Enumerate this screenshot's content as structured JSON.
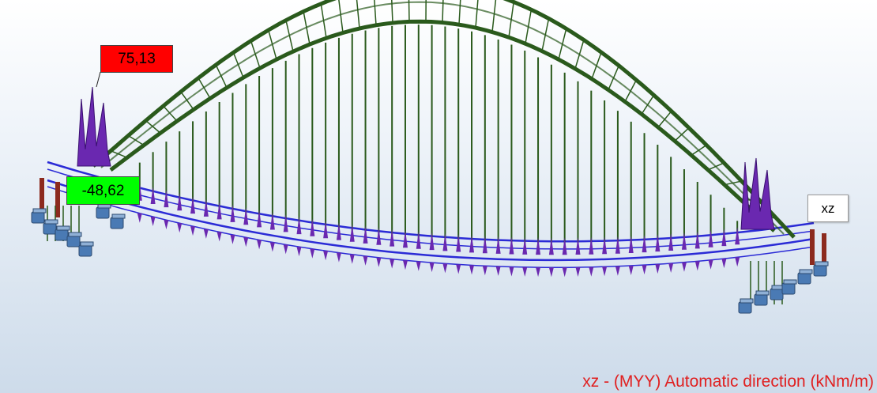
{
  "labels": {
    "max_value": "75,13",
    "min_value": "-48,62",
    "view_plane": "xz",
    "result_caption": "xz - (MYY) Automatic direction (kNm/m)"
  },
  "colors": {
    "max_label_bg": "#ff0000",
    "min_label_bg": "#00ff00",
    "view_label_bg": "#ffffff",
    "caption_text": "#e02020",
    "arch": "#2a5a1c",
    "deck": "#2b2bd6",
    "moment_diagram": "#6a28b0",
    "support": "#4a7ab4"
  },
  "icons": {
    "support": "support-block-icon"
  }
}
